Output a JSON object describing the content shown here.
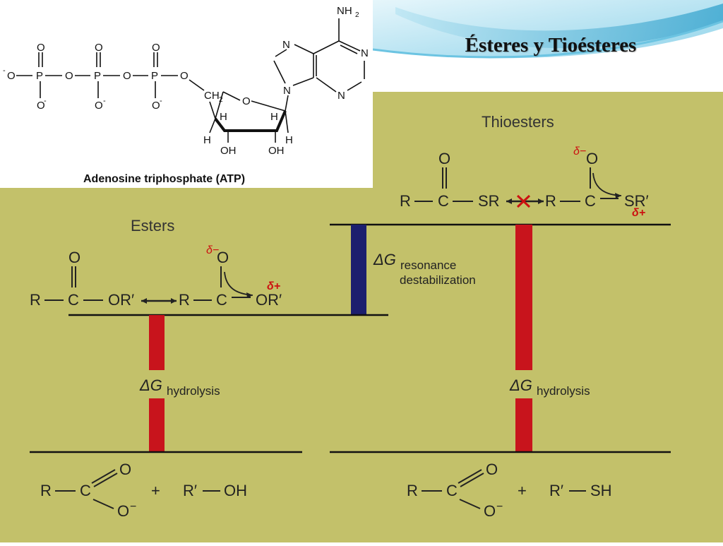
{
  "slide": {
    "title": "Ésteres y Tioésteres"
  },
  "atp": {
    "caption": "Adenosine triphosphate (ATP)",
    "atoms": {
      "O": "O",
      "O_minus": "O",
      "P": "P",
      "minus": "-",
      "CH2": "CH",
      "sub2": "2",
      "H": "H",
      "OH": "OH",
      "N": "N",
      "NH2": "NH",
      "ring_O": "O"
    }
  },
  "esters": {
    "heading": "Esters",
    "R": "R",
    "C": "C",
    "O": "O",
    "OR_prime": "OR′",
    "delta_minus": "δ−",
    "delta_plus": "δ+",
    "dg_symbol": "ΔG",
    "dg_subscript": "hydrolysis",
    "plus": "+",
    "O_minus": "O",
    "minus": "−",
    "R_prime": "R′",
    "OH": "OH"
  },
  "thioesters": {
    "heading": "Thioesters",
    "R": "R",
    "C": "C",
    "O": "O",
    "SR": "SR",
    "SR_prime": "SR′",
    "delta_minus": "δ−",
    "delta_plus": "δ+",
    "dg_symbol": "ΔG",
    "dg_subscript": "hydrolysis",
    "plus": "+",
    "O_minus": "O",
    "minus": "−",
    "R_prime": "R′",
    "SH": "SH"
  },
  "resonance": {
    "dg_symbol": "ΔG",
    "dg_subscript": "resonance",
    "subtitle": "destabilization"
  },
  "colors": {
    "panel": "#c3c16a",
    "bar_red": "#c8141c",
    "bar_blue": "#1c1f6e",
    "delta_red": "#cc1111",
    "accent_cyan": "#4fb3d6"
  }
}
